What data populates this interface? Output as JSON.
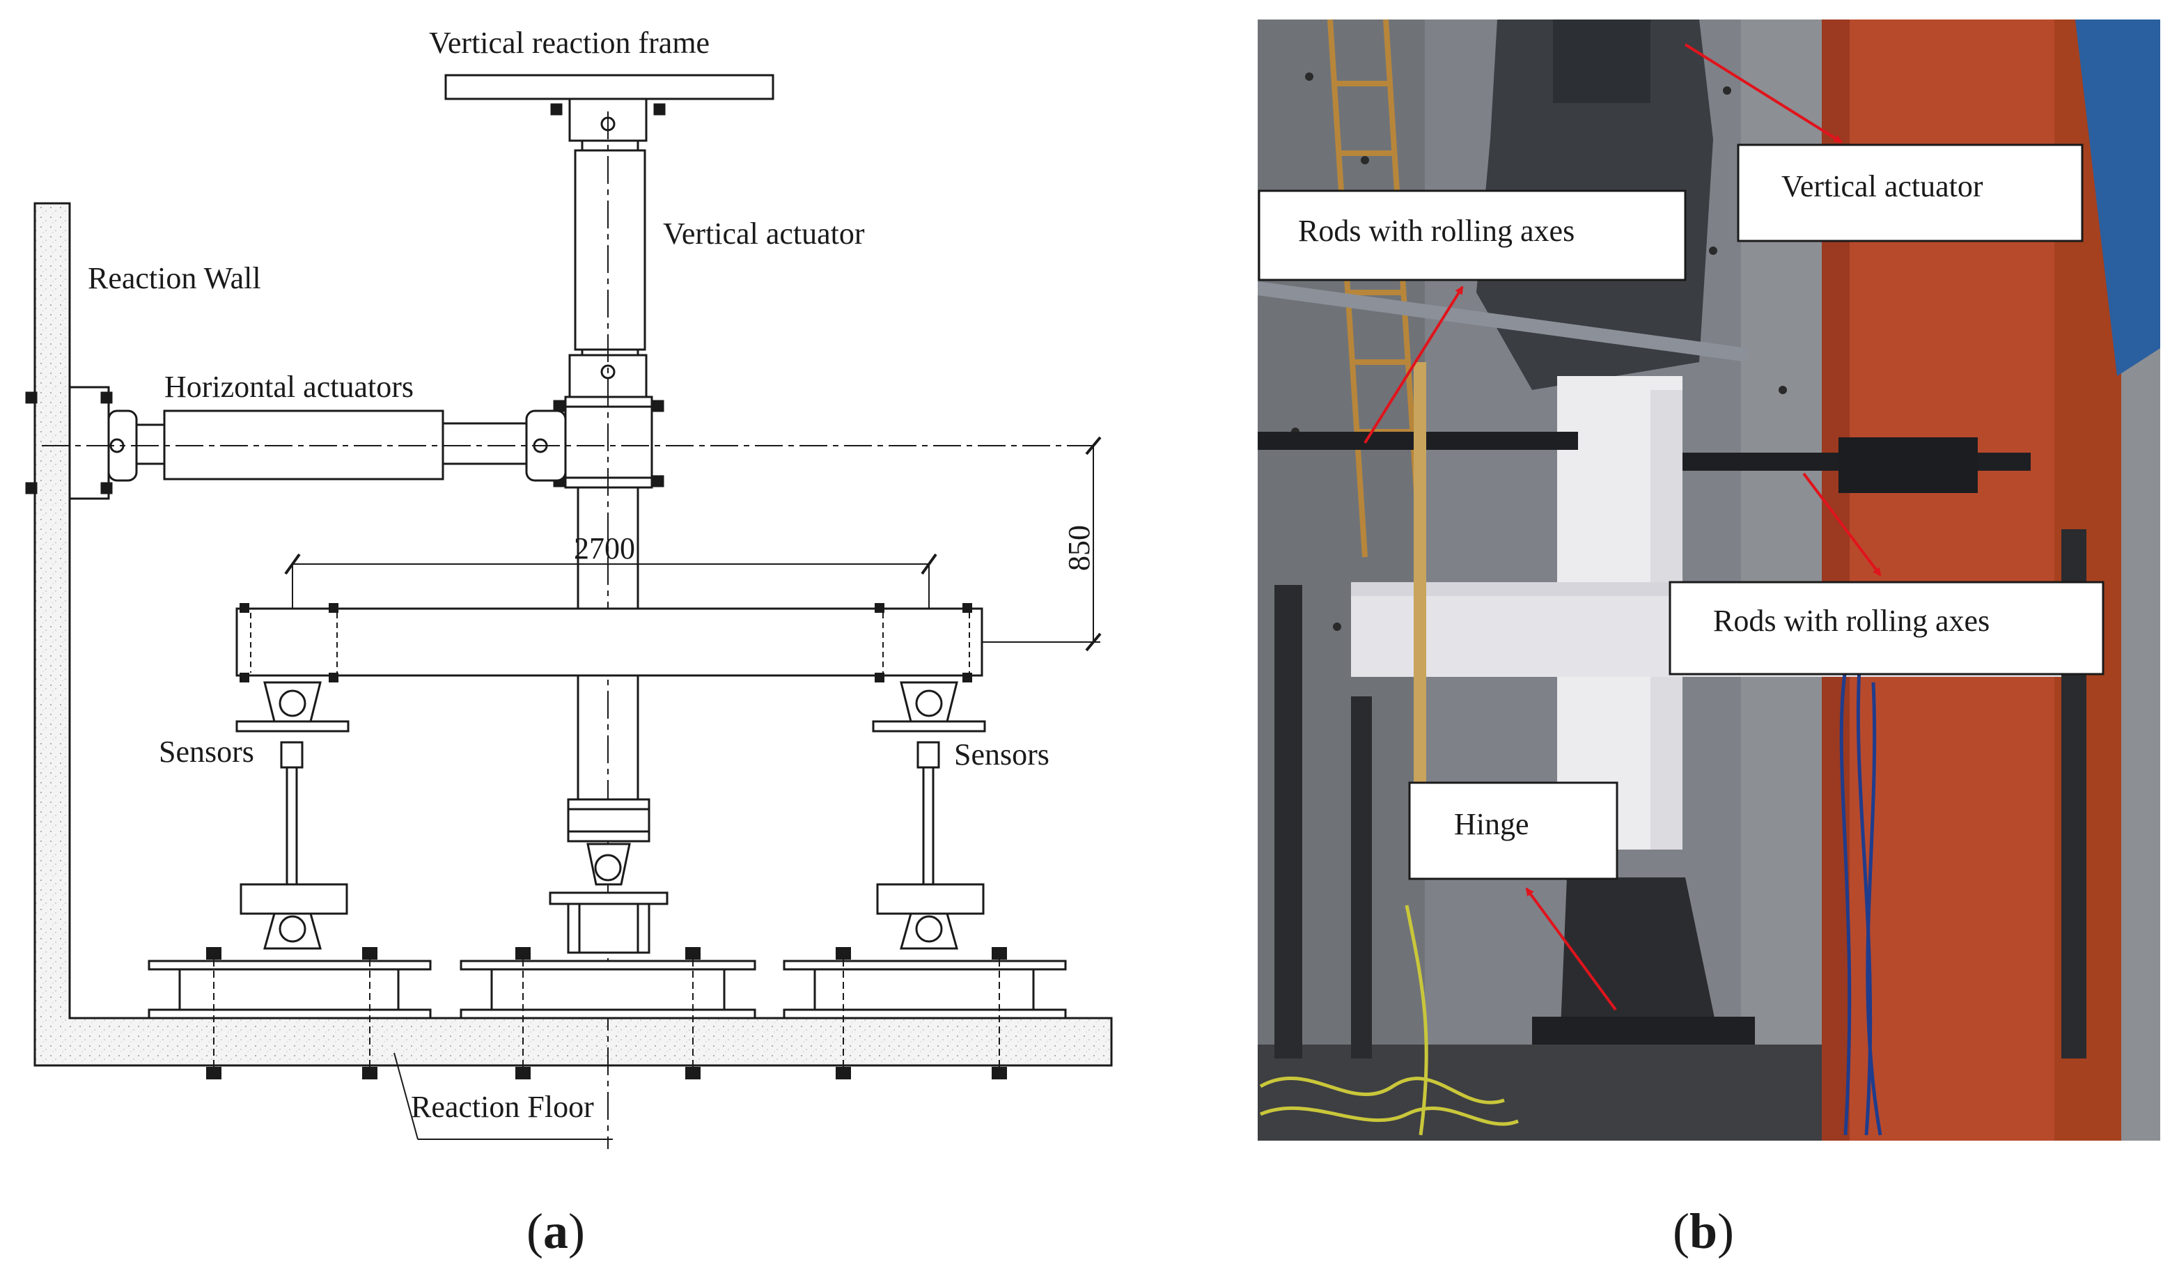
{
  "panel_a": {
    "labels": {
      "vertical_reaction_frame": "Vertical reaction frame",
      "vertical_actuator": "Vertical actuator",
      "reaction_wall": "Reaction Wall",
      "horizontal_actuators": "Horizontal actuators",
      "sensors_left": "Sensors",
      "sensors_right": "Sensors",
      "reaction_floor": "Reaction Floor"
    },
    "dimensions": {
      "span": "2700",
      "height": "850"
    },
    "caption": {
      "open": "(",
      "letter": "a",
      "close": ")"
    }
  },
  "panel_b": {
    "callouts": {
      "rods_top": "Rods with rolling axes",
      "vertical_actuator": "Vertical actuator",
      "rods_right": "Rods with rolling axes",
      "hinge": "Hinge"
    },
    "caption": {
      "open": "(",
      "letter": "b",
      "close": ")"
    }
  },
  "colors": {
    "line": "#1a1a1a",
    "concrete": "#f2f2f2",
    "arrow": "#e0141c",
    "steel_red": "#b84a2c"
  }
}
